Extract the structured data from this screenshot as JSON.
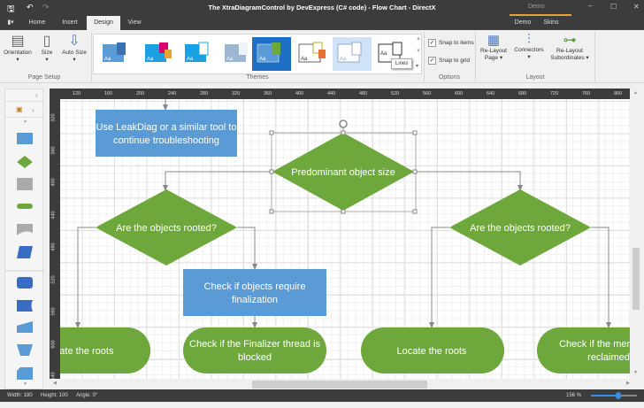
{
  "title": "The XtraDiagramControl by DevExpress (C# code) - Flow Chart - DirectX",
  "context_tab": "Demo",
  "tabs": [
    "Home",
    "Insert",
    "Design",
    "View"
  ],
  "right_tabs": [
    "Demo",
    "Skins"
  ],
  "ribbon": {
    "page_setup": {
      "label": "Page Setup",
      "buttons": [
        "Orientation",
        "Size",
        "Auto Size"
      ]
    },
    "themes": {
      "label": "Themes",
      "tooltip": "Lines",
      "selected_index": 4
    },
    "options": {
      "label": "Options",
      "snap_items": "Snap to items",
      "snap_grid": "Snap to grid",
      "snap_items_checked": true,
      "snap_grid_checked": true
    },
    "layout": {
      "label": "Layout",
      "relayout_page": "Re-Layout Page",
      "connectors": "Connectors",
      "relayout_subordinates": "Re-Layout Subordinates"
    }
  },
  "rulers": {
    "h": [
      "120",
      "160",
      "200",
      "240",
      "280",
      "320",
      "360",
      "400",
      "440",
      "480",
      "520",
      "560",
      "600",
      "640",
      "680",
      "720",
      "760",
      "800"
    ],
    "v": [
      "320",
      "360",
      "400",
      "440",
      "480",
      "520",
      "560",
      "600",
      "640"
    ]
  },
  "diagram": {
    "box1": [
      "Use LeakDiag or a similar tool to",
      "continue troubleshooting"
    ],
    "decision1": "Predominant object size",
    "decision2": "Are the objects rooted?",
    "decision3": "Are the objects rooted?",
    "box2": [
      "Check if objects require",
      "finalization"
    ],
    "term1": "Locate the roots",
    "term2": [
      "Check if the Finalizer thread is",
      "blocked"
    ],
    "term3": "Locate the roots",
    "term4": [
      "Check if the memory is",
      "reclaimed"
    ]
  },
  "colors": {
    "blue": "#5b9bd5",
    "green": "#6ea83c",
    "dark": "#3c3c3c"
  },
  "status": {
    "width": "Width: 180",
    "height": "Height: 100",
    "angle": "Angle: 0°",
    "zoom": "156 %",
    "zoom_level": 0.6
  }
}
